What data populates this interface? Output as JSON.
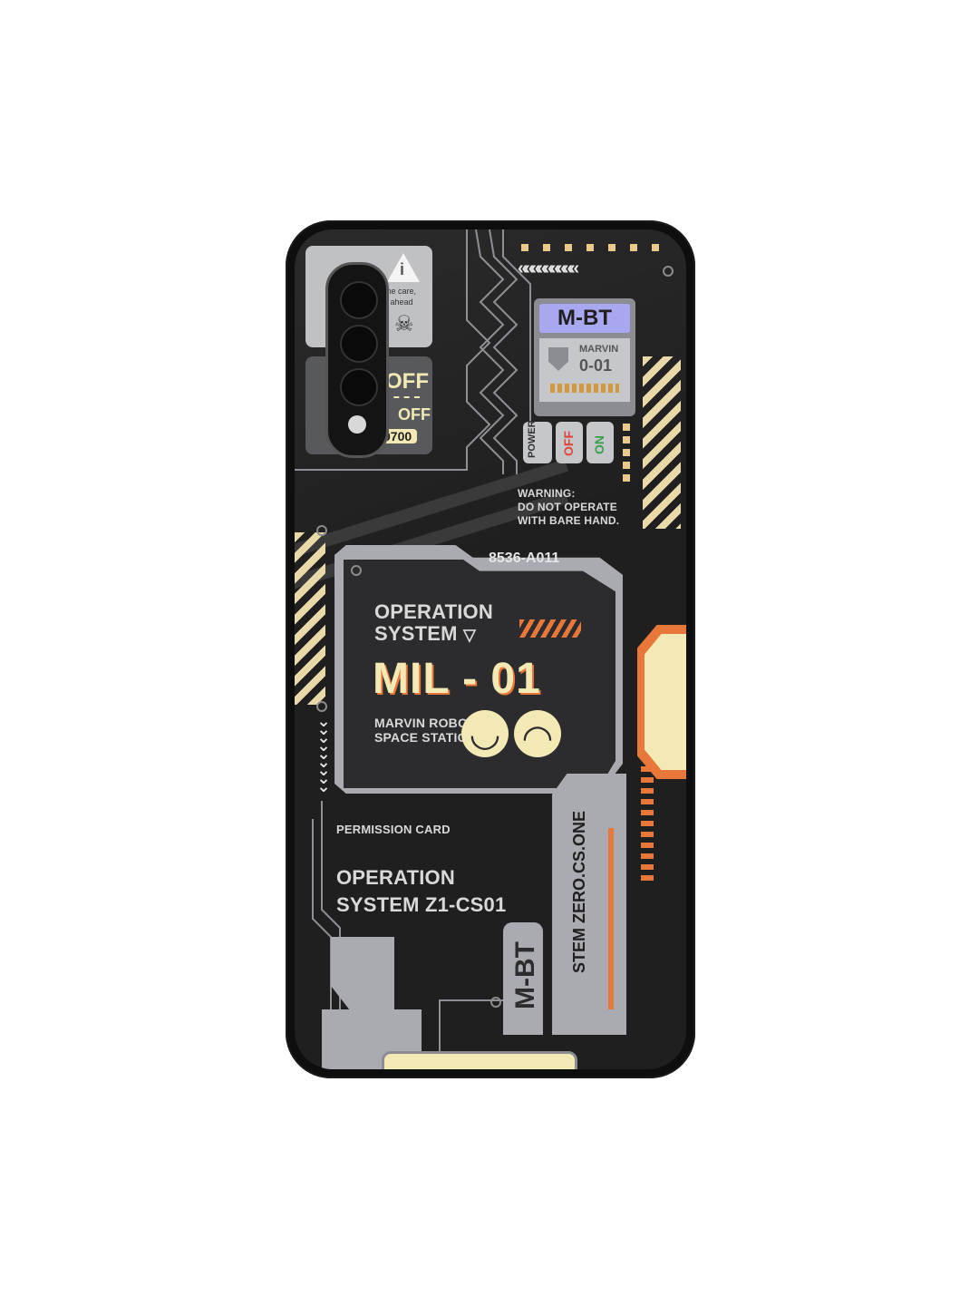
{
  "camera_sticker": {
    "warning_line1": "xtreme care,",
    "warning_line2": "r lies ahead",
    "switch_off_big": "OFF",
    "switch_off_small": "OFF",
    "counter": "0700"
  },
  "mbt_module": {
    "badge": "M-BT",
    "model_line1": "MARVIN",
    "model_line2": "0-01"
  },
  "buttons": {
    "power": "POWER",
    "off": "OFF",
    "on": "ON"
  },
  "warning_text": {
    "line1": "WARNING:",
    "line2": "DO NOT OPERATE",
    "line3": "WITH BARE HAND."
  },
  "main_screen": {
    "code": "8536-A011",
    "line1": "OPERATION",
    "line2": "SYSTEM",
    "title": "MIL - 01",
    "sub1": "MARVIN ROBOT",
    "sub2": "SPACE STATION"
  },
  "permission": {
    "caption": "PERMISSION CARD",
    "line1": "OPERATION",
    "line2": "SYSTEM Z1-CS01"
  },
  "side_labels": {
    "mbt_vertical": "M-BT",
    "system_vertical": "STEM ZERO.CS.ONE"
  },
  "colors": {
    "accent_orange": "#e8773a",
    "cream": "#f2e9b4",
    "plate_grey": "#a9abb0",
    "mbt_badge": "#a8a8f0"
  }
}
